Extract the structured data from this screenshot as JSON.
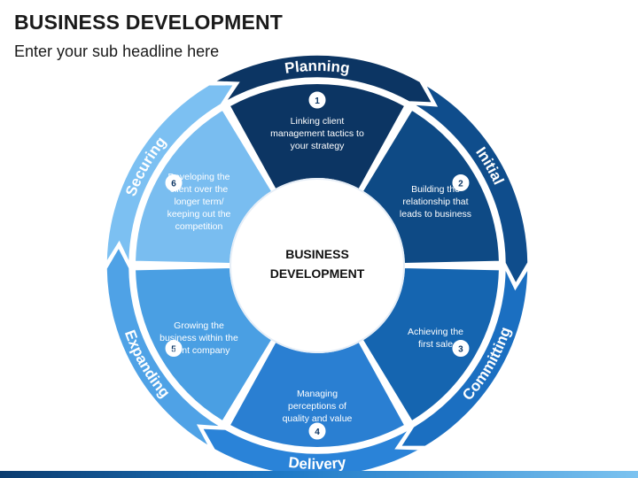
{
  "title": "BUSINESS DEVELOPMENT",
  "subtitle": "Enter your sub headline here",
  "center": {
    "line1": "BUSINESS",
    "line2": "DEVELOPMENT"
  },
  "stages": [
    {
      "number": "1",
      "ring_label": "Planning",
      "text": [
        "Linking client",
        "management tactics to",
        "your strategy"
      ],
      "fill": "#0c3563",
      "ring_fill": "#0c3563"
    },
    {
      "number": "2",
      "ring_label": "Initial",
      "text": [
        "Building the",
        "relationship that",
        "leads to business"
      ],
      "fill": "#0e4a85",
      "ring_fill": "#0f4d8c"
    },
    {
      "number": "3",
      "ring_label": "Committing",
      "text": [
        "Achieving the",
        "first sale"
      ],
      "fill": "#1565b0",
      "ring_fill": "#1b6fc1"
    },
    {
      "number": "4",
      "ring_label": "Delivery",
      "text": [
        "Managing",
        "perceptions of",
        "quality and value"
      ],
      "fill": "#2a7fd2",
      "ring_fill": "#2a83d8"
    },
    {
      "number": "5",
      "ring_label": "Expanding",
      "text": [
        "Growing the",
        "business within the",
        "client company"
      ],
      "fill": "#4a9fe3",
      "ring_fill": "#4fa2e6"
    },
    {
      "number": "6",
      "ring_label": "Securing",
      "text": [
        "Developing the",
        "client over the",
        "longer term/",
        "keeping out the",
        "competition"
      ],
      "fill": "#79bdf0",
      "ring_fill": "#7cc0f2"
    }
  ],
  "colors": {
    "center_fill": "#ffffff",
    "badge_fill": "#ffffff",
    "badge_text": "#0c3563",
    "label_text": "#ffffff",
    "center_text": "#111111"
  }
}
